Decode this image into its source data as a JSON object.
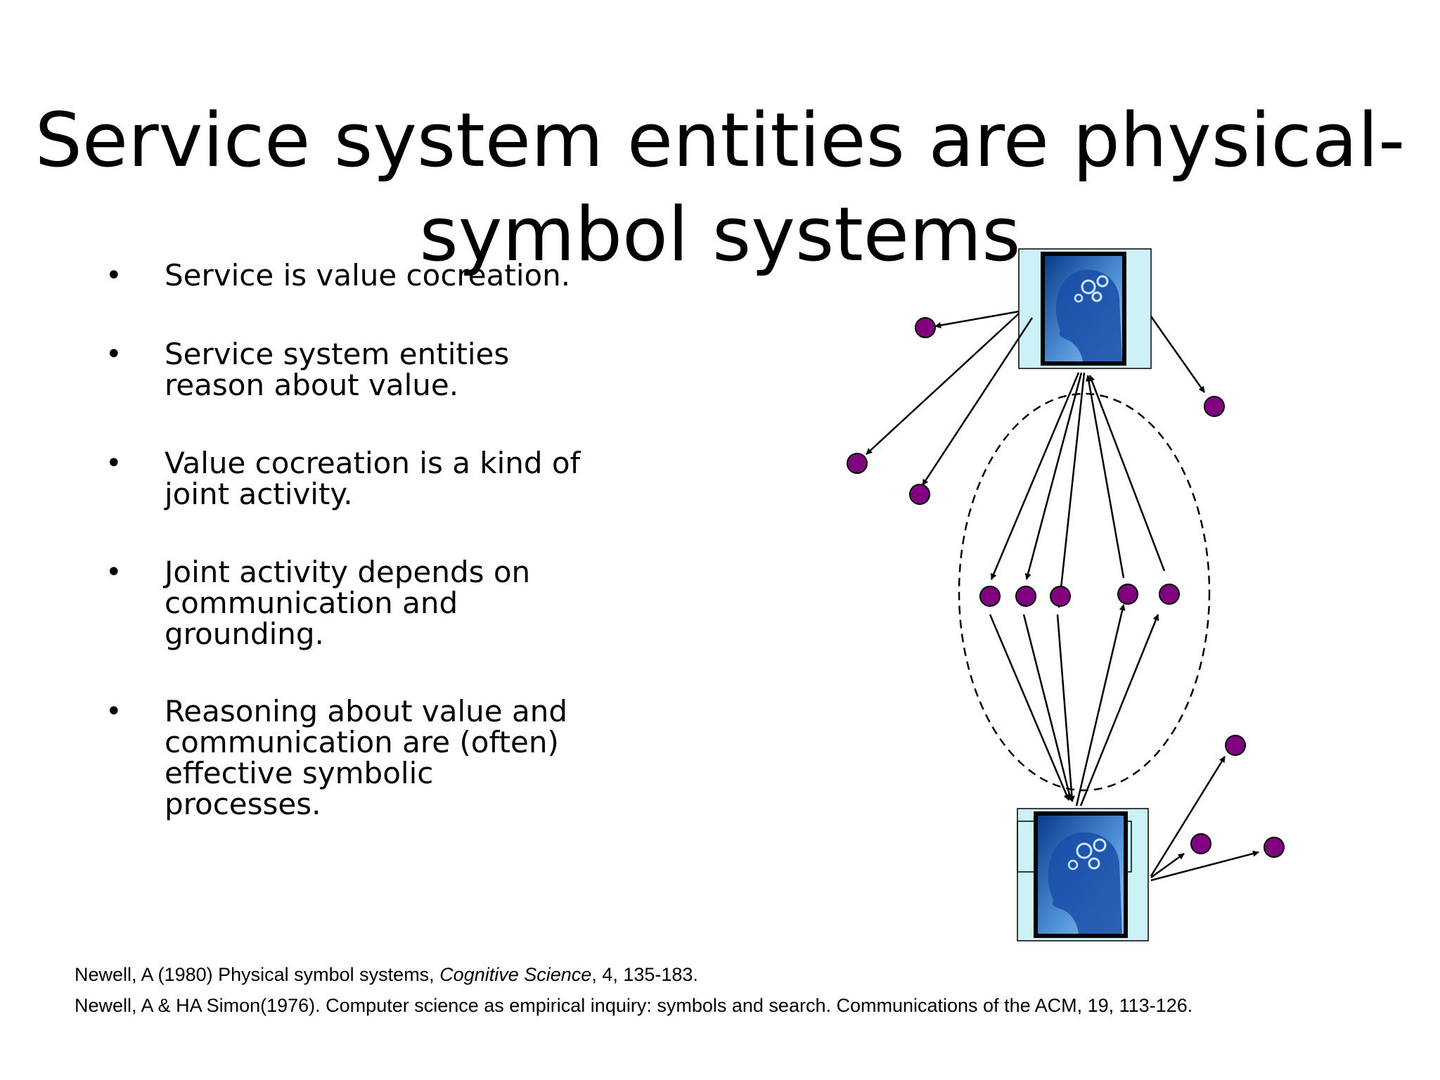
{
  "title": {
    "line1": "Service system entities are physical-",
    "line2": "symbol systems"
  },
  "bullets": [
    {
      "lines": [
        "Service is value cocreation."
      ]
    },
    {
      "lines": [
        "Service system entities",
        "reason about value."
      ]
    },
    {
      "lines": [
        "Value cocreation is a kind of",
        "joint activity."
      ]
    },
    {
      "lines": [
        "Joint activity depends on",
        "communication and",
        "grounding."
      ]
    },
    {
      "lines": [
        "Reasoning about value and",
        "communication are (often)",
        "effective symbolic",
        "processes."
      ]
    }
  ],
  "bullet_glyph": "•",
  "references": [
    {
      "before": "Newell, A (1980) Physical symbol systems, ",
      "italic": "Cognitive Science",
      "after": ", 4, 135-183."
    },
    {
      "before": "Newell, A & HA Simon(1976). Computer science as empirical inquiry: symbols and search. Communications of the ACM, 19, 113-126.",
      "italic": "",
      "after": ""
    }
  ],
  "diagram": {
    "node_color": "#800080",
    "frame_color": "#ccf2f7",
    "portrait_colors": [
      "#0b3b8c",
      "#4d8fd6",
      "#9cc7ef"
    ],
    "icons": [
      "brain-gears-head-icon",
      "brain-gears-head-icon"
    ]
  }
}
